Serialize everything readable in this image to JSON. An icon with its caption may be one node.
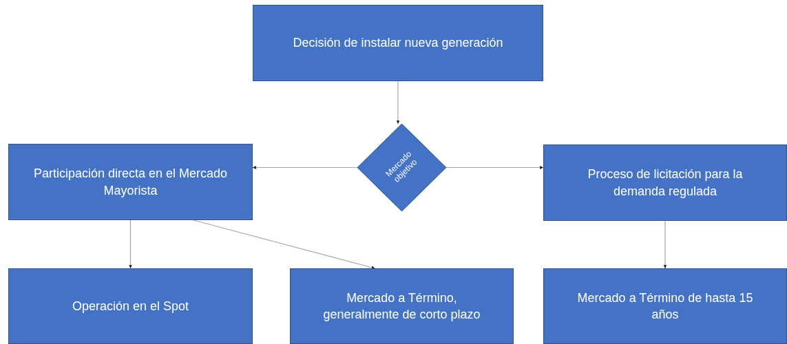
{
  "diagram": {
    "nodes": [
      {
        "text": [
          "Decisión de instalar nueva generación"
        ]
      },
      {
        "text": [
          "Mercado objetivo"
        ]
      },
      {
        "text": [
          "Participación directa en el Mercado Mayorista"
        ]
      },
      {
        "text": [
          "Proceso de licitación para la demanda regulada"
        ]
      },
      {
        "text": [
          "Operación en el Spot"
        ]
      },
      {
        "text": [
          "Mercado a Término, generalmente de corto plazo"
        ]
      },
      {
        "text": [
          "Mercado a Término de hasta 15 años"
        ]
      }
    ],
    "edges": [
      {
        "from": 0,
        "to": 1,
        "arrow": "to"
      },
      {
        "from": 1,
        "to": 2,
        "arrow": "to"
      },
      {
        "from": 1,
        "to": 3,
        "arrow": "to"
      },
      {
        "from": 2,
        "to": 4,
        "arrow": "to"
      },
      {
        "from": 2,
        "to": 5,
        "arrow": "to"
      },
      {
        "from": 3,
        "to": 6,
        "arrow": "to"
      }
    ]
  }
}
